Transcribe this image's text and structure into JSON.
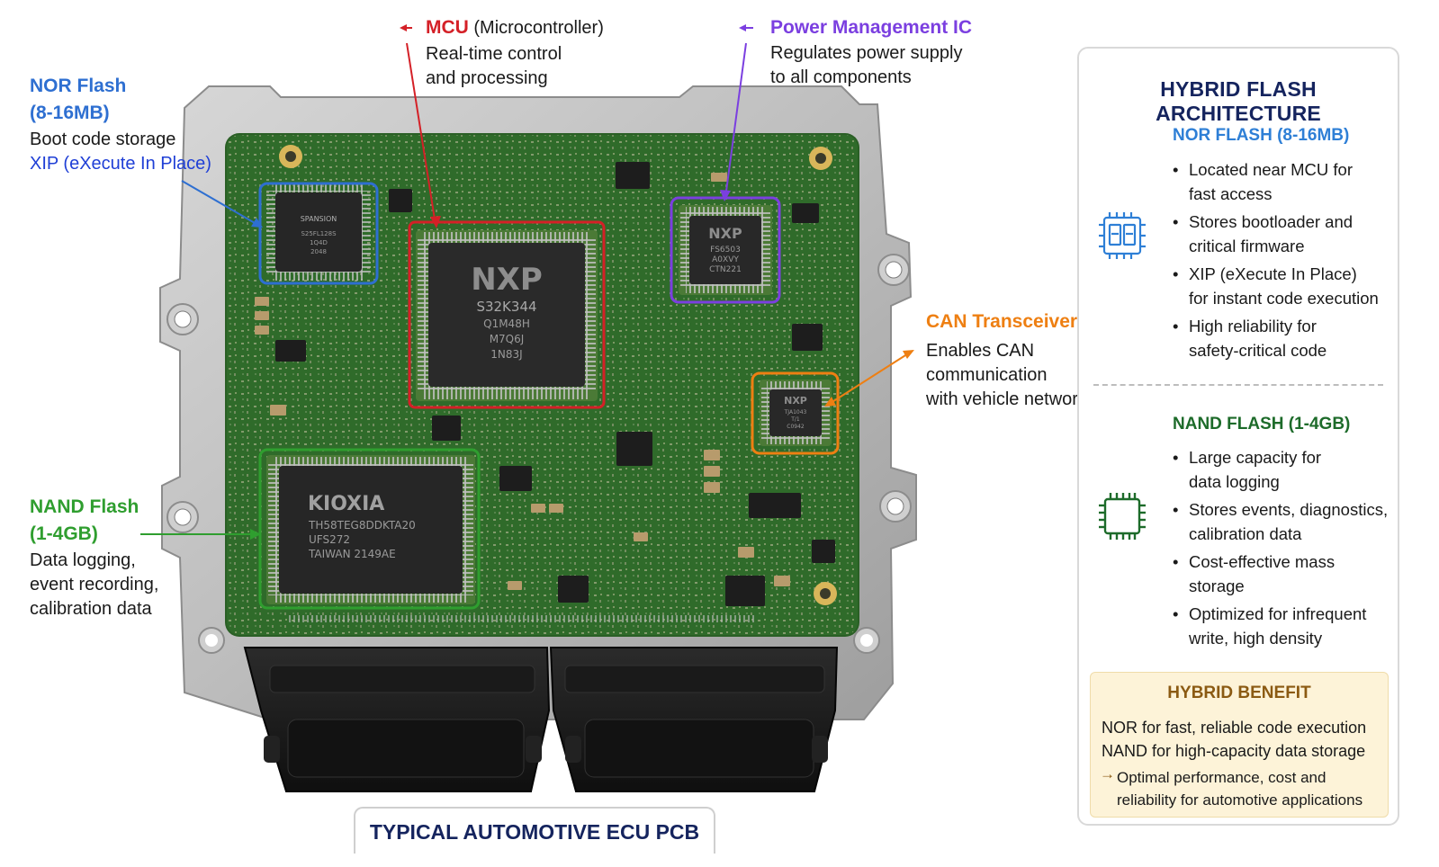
{
  "callouts": {
    "nor": {
      "title_line1": "NOR Flash",
      "title_line2": "(8-16MB)",
      "desc_line1": "Boot code storage",
      "desc_line2": "XIP (eXecute In Place)"
    },
    "mcu": {
      "title": "MCU",
      "title_suffix": " (Microcontroller)",
      "desc_line1": "Real-time control",
      "desc_line2": "and processing"
    },
    "pmic": {
      "title": "Power Management IC",
      "desc_line1": "Regulates power supply",
      "desc_line2": "to all components"
    },
    "can": {
      "title": "CAN Transceiver",
      "desc_line1": "Enables CAN",
      "desc_line2": "communication",
      "desc_line3": "with vehicle network"
    },
    "nand": {
      "title_line1": "NAND Flash",
      "title_line2": "(1-4GB)",
      "desc_line1": "Data logging,",
      "desc_line2": "event recording,",
      "desc_line3": "calibration data"
    }
  },
  "chips": {
    "nor": {
      "brand": "SPANSION",
      "line1": "S25FL128S",
      "line2": "1Q4D",
      "line3": "2048"
    },
    "mcu": {
      "brand": "NXP",
      "line1": "S32K344",
      "line2": "Q1M48H",
      "line3": "M7Q6J",
      "line4": "1N83J"
    },
    "pmic": {
      "brand": "NXP",
      "line1": "FS6503",
      "line2": "A0XVY",
      "line3": "CTN221"
    },
    "can": {
      "brand": "NXP",
      "line1": "TJA1043",
      "line2": "T/1",
      "line3": "C0942"
    },
    "nand": {
      "brand": "KIOXIA",
      "line1": "TH58TEG8DDKTA20",
      "line2": "UFS272",
      "line3": "TAIWAN  2149AE"
    }
  },
  "panel": {
    "title": "HYBRID FLASH ARCHITECTURE",
    "nor": {
      "title": "NOR FLASH (8-16MB)",
      "bullets": [
        {
          "l1": "Located near MCU for",
          "l2": "fast access"
        },
        {
          "l1": "Stores bootloader and",
          "l2": "critical firmware"
        },
        {
          "l1": "XIP (eXecute In Place)",
          "l2": "for instant code execution"
        },
        {
          "l1": "High reliability for",
          "l2": "safety-critical code"
        }
      ]
    },
    "nand": {
      "title": "NAND FLASH (1-4GB)",
      "bullets": [
        {
          "l1": "Large capacity for",
          "l2": "data logging"
        },
        {
          "l1": "Stores events, diagnostics,",
          "l2": "calibration data"
        },
        {
          "l1": "Cost-effective mass",
          "l2": "storage"
        },
        {
          "l1": "Optimized for infrequent",
          "l2": "write, high density"
        }
      ]
    },
    "benefit": {
      "title": "HYBRID BENEFIT",
      "line1": "NOR for fast, reliable code execution",
      "line2": "NAND for high-capacity data storage",
      "arrow": "→",
      "line3": "Optimal performance, cost and reliability for automotive applications"
    }
  },
  "caption": "TYPICAL AUTOMOTIVE ECU PCB",
  "colors": {
    "nor": "#2e6fd1",
    "mcu": "#d42027",
    "pmic": "#7b3fe0",
    "can": "#ee7f12",
    "nand": "#2f9e2f",
    "pcb": "#2f6b2a",
    "title_navy": "#15245e"
  },
  "icons": {
    "nor": "chip-grid-icon",
    "nand": "chip-outline-icon",
    "mcu_marker": "arrow-marker-icon",
    "pmic_marker": "arrow-marker-icon"
  }
}
